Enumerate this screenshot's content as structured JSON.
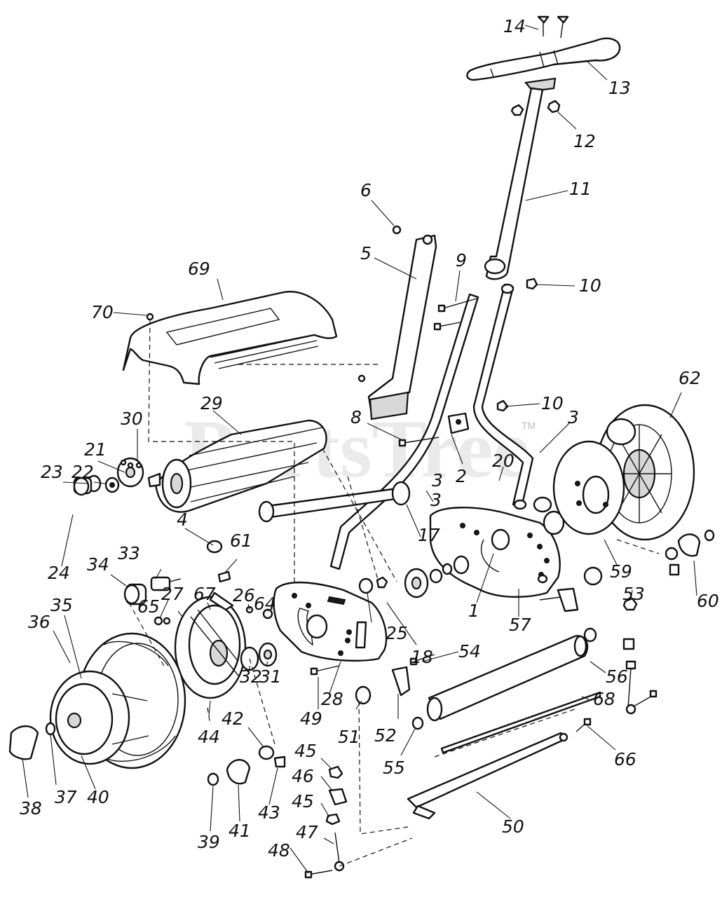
{
  "watermark": {
    "text": "PartsTree",
    "trademark": "TM"
  },
  "callouts": {
    "c1": "1",
    "c2": "2",
    "c3a": "3",
    "c3b": "3",
    "c3c": "3",
    "c4": "4",
    "c5": "5",
    "c6": "6",
    "c8": "8",
    "c9": "9",
    "c10a": "10",
    "c10b": "10",
    "c11": "11",
    "c12": "12",
    "c13": "13",
    "c14": "14",
    "c17": "17",
    "c18": "18",
    "c20": "20",
    "c21": "21",
    "c22": "22",
    "c23": "23",
    "c24": "24",
    "c25": "25",
    "c26": "26",
    "c27": "27",
    "c28": "28",
    "c29": "29",
    "c30": "30",
    "c31": "31",
    "c32": "32",
    "c33": "33",
    "c34": "34",
    "c35": "35",
    "c36": "36",
    "c37": "37",
    "c38": "38",
    "c39": "39",
    "c40": "40",
    "c41": "41",
    "c42": "42",
    "c43": "43",
    "c44": "44",
    "c45a": "45",
    "c45b": "45",
    "c46": "46",
    "c47": "47",
    "c48": "48",
    "c49": "49",
    "c50": "50",
    "c51": "51",
    "c52": "52",
    "c53": "53",
    "c54": "54",
    "c55": "55",
    "c56": "56",
    "c57": "57",
    "c59": "59",
    "c60": "60",
    "c61": "61",
    "c62": "62",
    "c64": "64",
    "c65": "65",
    "c66": "66",
    "c67": "67",
    "c68": "68",
    "c69": "69",
    "c70": "70"
  }
}
